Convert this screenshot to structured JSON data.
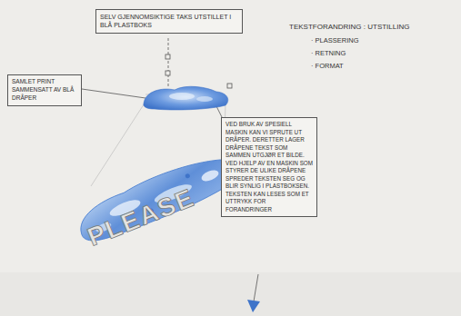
{
  "diagram": {
    "nodes": [
      {
        "text": [
          "SELV GJENNOMSIKTIGE TAKS UTSTILLET I BLÅ PLASTBOKS"
        ]
      },
      {
        "text": [
          "SAMLET PRINT SAMMENSATT AV BLÅ DRÅPER"
        ]
      },
      {
        "text": [
          "VED BRUK AV SPESIELL MASKIN KAN VI SPRUTE UT DRÅPER. DERETTER LAGER DRÅPENE TEKST SOM SAMMEN UTGJØR ET BILDE. VED HJELP AV EN MASKIN SOM STYRER DE ULIKE DRÅPENE SPREDER TEKSTEN SEG OG BLIR SYNLIG I PLASTBOKSEN. TEKSTEN KAN LESES SOM ET UTTRYKK FOR FORANDRINGER"
        ]
      }
    ],
    "labels": [
      "TEKSTFORANDRING : UTSTILLING",
      "· PLASSERING",
      "· RETNING",
      "· FORMAT",
      "PLEASE"
    ]
  }
}
